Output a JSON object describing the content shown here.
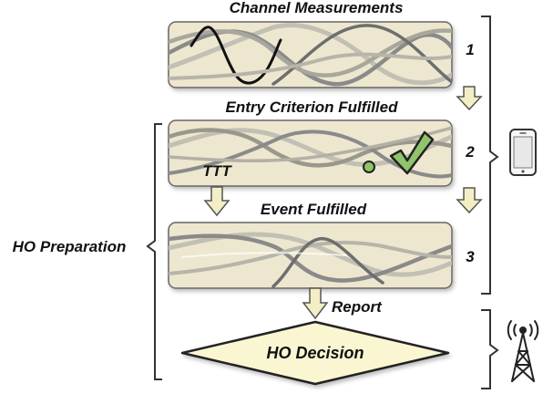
{
  "stages": [
    {
      "title": "Channel Measurements",
      "number": "1"
    },
    {
      "title": "Entry Criterion Fulfilled",
      "number": "2"
    },
    {
      "title": "Event Fulfilled",
      "number": "3"
    }
  ],
  "ttt_label": "TTT",
  "report_label": "Report",
  "decision_label": "HO Decision",
  "preparation_label": "HO Preparation",
  "colors": {
    "panel_fill": "#ede7cf",
    "panel_stroke": "#666666",
    "diamond_fill": "#fbf6d2",
    "arrow_fill": "#f3eec4",
    "check_fill": "#8fc46a",
    "wave_dark": "#111111",
    "wave_gray": "#8a8a8a",
    "wave_light": "#c2bfb4"
  },
  "icons": [
    "arrow-down-icon",
    "checkmark-icon",
    "dot-icon",
    "smartphone-icon",
    "cell-tower-icon",
    "brace-icon"
  ]
}
